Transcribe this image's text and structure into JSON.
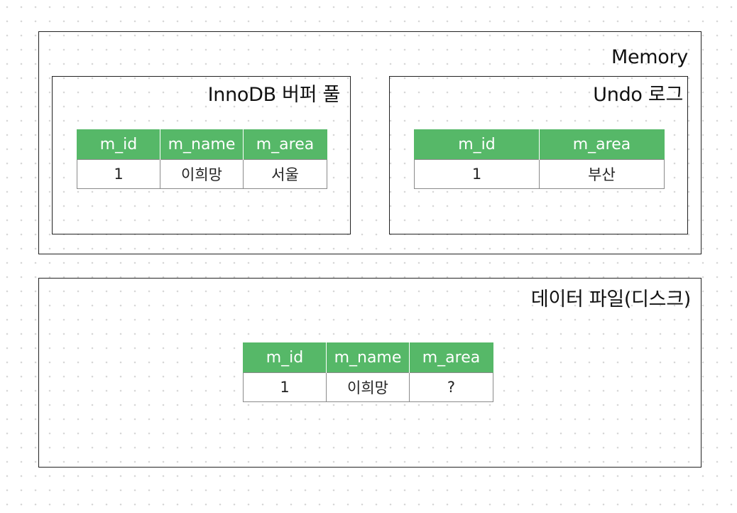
{
  "memory": {
    "title": "Memory",
    "buffer_pool": {
      "title": "InnoDB 버퍼 풀",
      "columns": [
        "m_id",
        "m_name",
        "m_area"
      ],
      "row": [
        "1",
        "이희망",
        "서울"
      ]
    },
    "undo_log": {
      "title": "Undo 로그",
      "columns": [
        "m_id",
        "m_area"
      ],
      "row": [
        "1",
        "부산"
      ]
    }
  },
  "data_file": {
    "title": "데이터 파일(디스크)",
    "columns": [
      "m_id",
      "m_name",
      "m_area"
    ],
    "row": [
      "1",
      "이희망",
      "?"
    ]
  },
  "colors": {
    "header_green": "#56b868",
    "border": "#222222"
  }
}
